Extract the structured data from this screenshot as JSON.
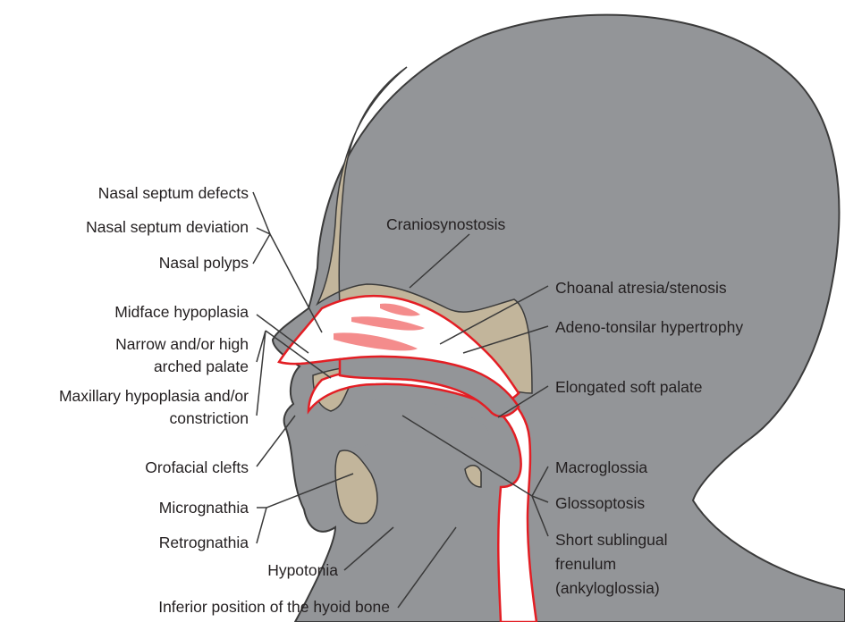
{
  "colors": {
    "skin": "#939598",
    "outline": "#3b3b3b",
    "bone": "#c2b59b",
    "airway": "#ffffff",
    "airway_edge": "#e31e24",
    "turbinate": "#f48c8c",
    "text": "#231f20"
  },
  "labels": {
    "nasal_septum_defects": "Nasal septum defects",
    "nasal_septum_deviation": "Nasal septum deviation",
    "nasal_polyps": "Nasal polyps",
    "midface_hypoplasia": "Midface hypoplasia",
    "narrow_palate_1": "Narrow and/or high",
    "narrow_palate_2": "arched palate",
    "maxillary_1": "Maxillary hypoplasia and/or",
    "maxillary_2": "constriction",
    "orofacial_clefts": "Orofacial clefts",
    "micrognathia": "Micrognathia",
    "retrognathia": "Retrognathia",
    "hypotonia": "Hypotonia",
    "hyoid": "Inferior position of the hyoid bone",
    "craniosynostosis": "Craniosynostosis",
    "choanal": "Choanal atresia/stenosis",
    "adeno_tonsilar": "Adeno-tonsilar hypertrophy",
    "soft_palate": "Elongated soft palate",
    "macroglossia": "Macroglossia",
    "glossoptosis": "Glossoptosis",
    "frenulum_1": "Short sublingual",
    "frenulum_2": "frenulum",
    "frenulum_3": "(ankyloglossia)"
  }
}
